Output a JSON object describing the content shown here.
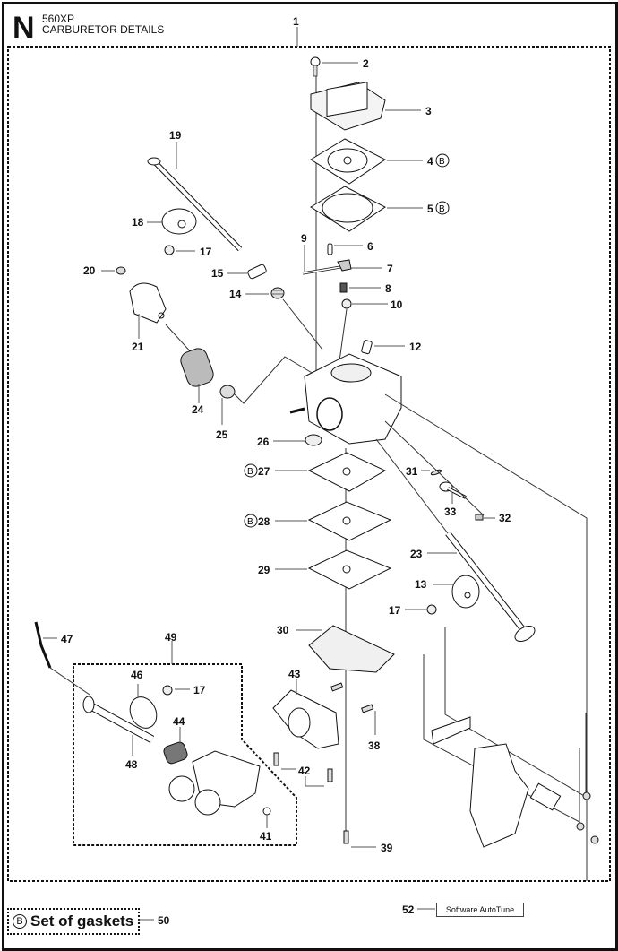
{
  "header": {
    "section_letter": "N",
    "model": "560XP",
    "title": "CARBURETOR DETAILS"
  },
  "legend": {
    "symbol": "B",
    "set_label": "Set of gaskets",
    "set_ref": "50",
    "software_ref": "52",
    "software_label": "Software AutoTune"
  },
  "callouts": {
    "p1": "1",
    "p2": "2",
    "p3": "3",
    "p4": "4",
    "p5": "5",
    "p6": "6",
    "p7": "7",
    "p8": "8",
    "p9": "9",
    "p10": "10",
    "p12": "12",
    "p13": "13",
    "p14": "14",
    "p15": "15",
    "p17a": "17",
    "p17b": "17",
    "p17c": "17",
    "p18": "18",
    "p19": "19",
    "p20": "20",
    "p21": "21",
    "p23": "23",
    "p24": "24",
    "p25": "25",
    "p26": "26",
    "p27": "27",
    "p28": "28",
    "p29": "29",
    "p30": "30",
    "p31": "31",
    "p32": "32",
    "p33": "33",
    "p38": "38",
    "p39": "39",
    "p41": "41",
    "p42": "42",
    "p43": "43",
    "p44": "44",
    "p46": "46",
    "p47": "47",
    "p48": "48",
    "p49": "49",
    "b_marker": "B"
  }
}
